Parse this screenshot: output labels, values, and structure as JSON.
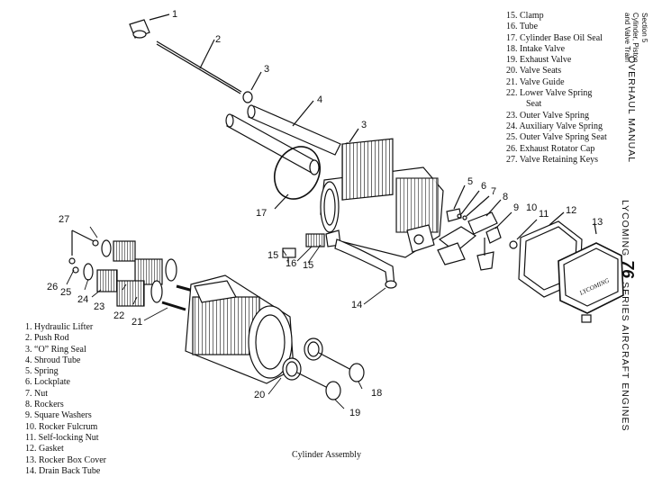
{
  "section": {
    "lines": [
      "Section 5",
      "Cylinder, Piston",
      "and Valve Train"
    ]
  },
  "header": {
    "manual": "OVERHAUL MANUAL",
    "brand": "LYCOMING",
    "series_number": "76",
    "series_text": "SERIES AIRCRAFT ENGINES"
  },
  "legend_left": [
    "1. Hydraulic Lifter",
    "2. Push Rod",
    "3. “O” Ring Seal",
    "4. Shroud Tube",
    "5. Spring",
    "6. Lockplate",
    "7. Nut",
    "8. Rockers",
    "9. Square Washers",
    "10. Rocker Fulcrum",
    "11. Self-locking Nut",
    "12. Gasket",
    "13. Rocker Box Cover",
    "14. Drain Back Tube"
  ],
  "legend_right": [
    "15. Clamp",
    "16. Tube",
    "17. Cylinder Base Oil Seal",
    "18. Intake Valve",
    "19. Exhaust Valve",
    "20. Valve Seats",
    "21. Valve Guide",
    "22. Lower Valve Spring",
    "Seat",
    "23. Outer Valve Spring",
    "24. Auxiliary Valve Spring",
    "25. Outer Valve Spring Seat",
    "26. Exhaust Rotator Cap",
    "27. Valve Retaining Keys"
  ],
  "caption": "Cylinder Assembly",
  "callouts": {
    "n1": "1",
    "n2": "2",
    "n3a": "3",
    "n3b": "3",
    "n4": "4",
    "n5": "5",
    "n6": "6",
    "n7": "7",
    "n8": "8",
    "n9": "9",
    "n10": "10",
    "n11": "11",
    "n12": "12",
    "n13": "13",
    "n14": "14",
    "n15a": "15",
    "n15b": "15",
    "n16": "16",
    "n17": "17",
    "n18": "18",
    "n19": "19",
    "n20": "20",
    "n21": "21",
    "n22": "22",
    "n23": "23",
    "n24": "24",
    "n25": "25",
    "n26": "26",
    "n27": "27"
  },
  "cover_stamp": "LYCOMING"
}
